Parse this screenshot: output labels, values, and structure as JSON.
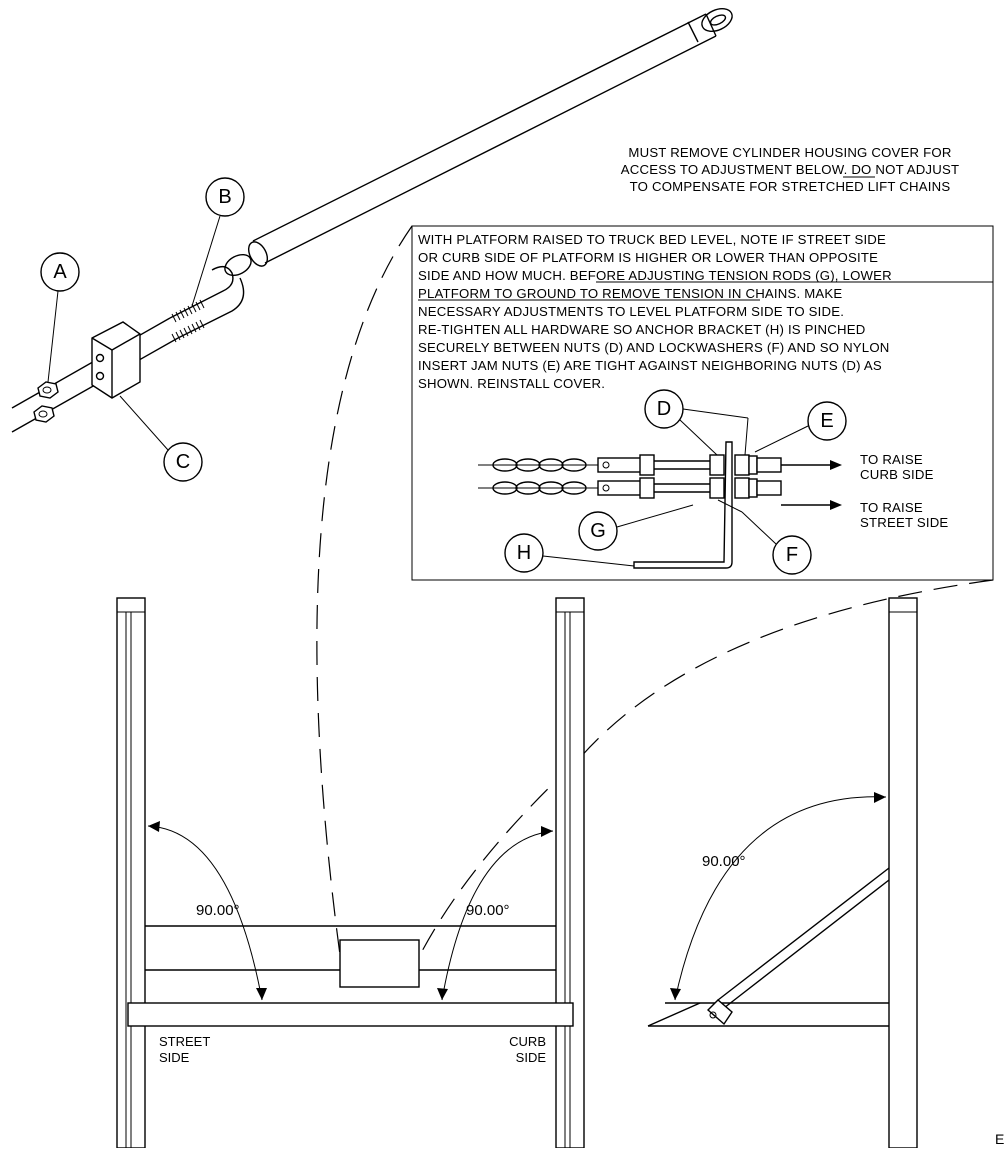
{
  "notes": {
    "top": [
      "MUST REMOVE CYLINDER HOUSING COVER FOR",
      "ACCESS TO ADJUSTMENT BELOW. DO NOT ADJUST",
      "TO COMPENSATE FOR STRETCHED LIFT CHAINS"
    ],
    "box": [
      "WITH PLATFORM RAISED TO TRUCK BED LEVEL, NOTE IF STREET SIDE",
      "OR CURB SIDE OF PLATFORM IS HIGHER OR LOWER THAN OPPOSITE",
      "SIDE AND HOW MUCH. BEFORE ADJUSTING TENSION RODS (G), LOWER",
      "PLATFORM TO GROUND TO REMOVE TENSION IN CHAINS. MAKE",
      "NECESSARY ADJUSTMENTS TO LEVEL PLATFORM SIDE TO SIDE.",
      "RE-TIGHTEN ALL HARDWARE SO ANCHOR BRACKET (H) IS PINCHED",
      "SECURELY BETWEEN NUTS (D) AND LOCKWASHERS (F) AND SO NYLON",
      "INSERT JAM NUTS (E) ARE TIGHT AGAINST NEIGHBORING NUTS (D) AS",
      "SHOWN. REINSTALL COVER."
    ]
  },
  "callouts": {
    "A": "A",
    "B": "B",
    "C": "C",
    "D": "D",
    "E": "E",
    "F": "F",
    "G": "G",
    "H": "H"
  },
  "arrows": {
    "curb": [
      "TO RAISE",
      "CURB SIDE"
    ],
    "street": [
      "TO RAISE",
      "STREET SIDE"
    ]
  },
  "dims": {
    "left": "90.00°",
    "right": "90.00°",
    "side": "90.00°"
  },
  "sides": {
    "street": [
      "STREET",
      "SIDE"
    ],
    "curb": [
      "CURB",
      "SIDE"
    ]
  },
  "corner": "E"
}
